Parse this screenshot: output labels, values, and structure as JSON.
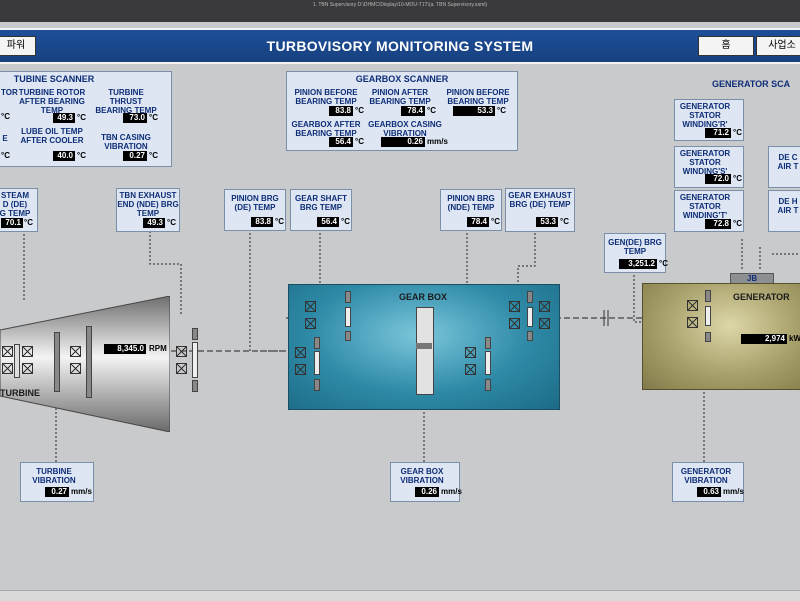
{
  "window": {
    "title": "1. TBN Supervisory        D:\\DHMC\\Display\\10-MOU-T1T\\(a. TBN Supervisory.xaml)"
  },
  "header": {
    "left_label": "파워",
    "title": "TURBOVISORY MONITORING SYSTEM",
    "home_label": "홈",
    "site_label": "사업소"
  },
  "turbine_scanner": {
    "title": "TUBINE SCANNER",
    "rotor_after_label": "TURBINE ROTOR AFTER BEARING TEMP",
    "rotor_after_value": "49.3",
    "thrust_label": "TURBINE THRUST BEARING TEMP",
    "thrust_value": "73.0",
    "lube_label": "LUBE OIL TEMP AFTER COOLER",
    "lube_value": "40.0",
    "casing_label": "TBN CASING VIBRATION",
    "casing_value": "0.27",
    "left_partial_1": "TOR",
    "left_partial_2": "E",
    "unit_c": "°C"
  },
  "gearbox_scanner": {
    "title": "GEARBOX SCANNER",
    "pinion_before_1_label": "PINION BEFORE BEARING TEMP",
    "pinion_before_1_value": "83.8",
    "pinion_after_label": "PINION AFTER BEARING TEMP",
    "pinion_after_value": "78.4",
    "pinion_before_2_label": "PINION BEFORE BEARING TEMP",
    "pinion_before_2_value": "53.3",
    "gb_after_label": "GEARBOX AFTER BEARING TEMP",
    "gb_after_value": "56.4",
    "casing_vib_label": "GEARBOX CASING VIBRATION",
    "casing_vib_value": "0.26",
    "unit_mms": "mm/s"
  },
  "generator_scanner": {
    "title": "GENERATOR SCA",
    "winding_r_label": "GENERATOR STATOR WINDING'R'",
    "winding_r_value": "71.2",
    "winding_s_label": "GENERATOR STATOR WINDING'S'",
    "winding_s_value": "72.0",
    "winding_t_label": "GENERATOR STATOR WINDING'T'",
    "winding_t_value": "72.8",
    "de_c_label": "DE C AIR T",
    "de_h_label": "DE H AIR T"
  },
  "tags": {
    "steam_label": "STEAM D (DE) G TEMP",
    "steam_value": "70.1",
    "exhaust_label": "TBN EXHAUST END (NDE) BRG TEMP",
    "exhaust_value": "49.3",
    "pinion_de_label": "PINION BRG (DE) TEMP",
    "pinion_de_value": "83.8",
    "shaft_label": "GEAR SHAFT BRG TEMP",
    "shaft_value": "56.4",
    "pinion_nde_label": "PINION BRG (NDE) TEMP",
    "pinion_nde_value": "78.4",
    "gear_exhaust_label": "GEAR EXHAUST BRG (DE) TEMP",
    "gear_exhaust_value": "53.3",
    "gen_de_label": "GEN(DE) BRG TEMP",
    "gen_de_value": "3,251.2",
    "rpm_value": "8,345.0",
    "rpm_unit": "RPM",
    "turbine_vib_label": "TURBINE VIBRATION",
    "turbine_vib_value": "0.27",
    "gearbox_vib_label": "GEAR BOX VIBRATION",
    "gearbox_vib_value": "0.26",
    "generator_vib_label": "GENERATOR VIBRATION",
    "generator_vib_value": "0.63",
    "power_value": "2,974",
    "power_unit": "kW"
  },
  "equipment": {
    "turbine_name": "TURBINE",
    "gearbox_name": "GEAR BOX",
    "generator_name": "GENERATOR",
    "jb_label": "JB"
  }
}
